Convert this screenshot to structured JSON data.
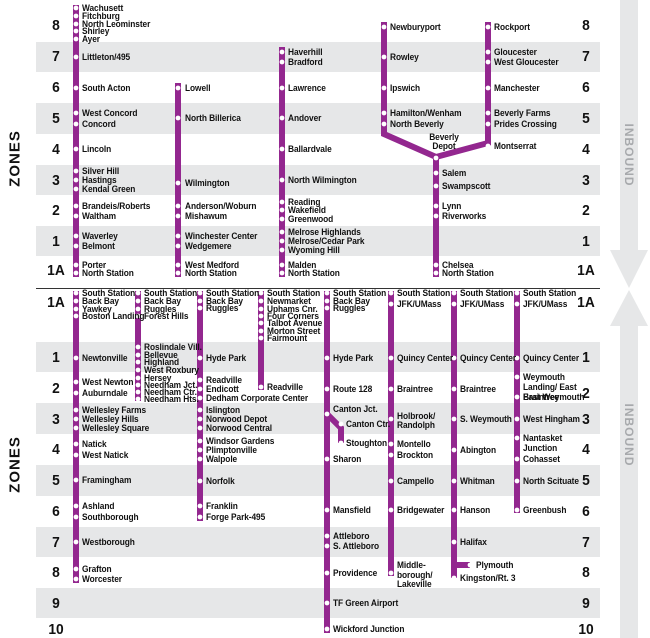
{
  "labels": {
    "zones_top": "ZONES",
    "zones_bottom": "ZONES",
    "inbound_top": "INBOUND",
    "inbound_bottom": "INBOUND"
  },
  "colors": {
    "line": "#93278f",
    "band": "#e6e7e8",
    "inbound": "#a7a9ac"
  },
  "top_zones": [
    "8",
    "7",
    "6",
    "5",
    "4",
    "3",
    "2",
    "1",
    "1A"
  ],
  "bottom_zones": [
    "1A",
    "1",
    "2",
    "3",
    "4",
    "5",
    "6",
    "7",
    "8",
    "9",
    "10"
  ],
  "north_lines": [
    {
      "name": "fitchburg",
      "stations": [
        "Wachusett",
        "Fitchburg",
        "North Leominster",
        "Shirley",
        "Ayer",
        "Littleton/495",
        "South Acton",
        "West Concord",
        "Concord",
        "Lincoln",
        "Silver Hill",
        "Hastings",
        "Kendal Green",
        "Brandeis/Roberts",
        "Waltham",
        "Waverley",
        "Belmont",
        "Porter",
        "North Station"
      ]
    },
    {
      "name": "lowell",
      "stations": [
        "Lowell",
        "North Billerica",
        "Wilmington",
        "Anderson/Woburn",
        "Mishawum",
        "Winchester Center",
        "Wedgemere",
        "West Medford",
        "North Station"
      ]
    },
    {
      "name": "haverhill",
      "stations": [
        "Haverhill",
        "Bradford",
        "Lawrence",
        "Andover",
        "Ballardvale",
        "North Wilmington",
        "Reading",
        "Wakefield",
        "Greenwood",
        "Melrose Highlands",
        "Melrose/Cedar Park",
        "Wyoming Hill",
        "Malden",
        "North Station"
      ]
    },
    {
      "name": "newburyport",
      "stations": [
        "Newburyport",
        "Rowley",
        "Ipswich",
        "Hamilton/Wenham",
        "North Beverly"
      ]
    },
    {
      "name": "rockport",
      "stations": [
        "Rockport",
        "Gloucester",
        "West Gloucester",
        "Manchester",
        "Beverly Farms",
        "Prides Crossing",
        "Montserrat"
      ]
    },
    {
      "name": "newburyport-rockport-trunk",
      "stations": [
        "Beverly Depot",
        "Salem",
        "Swampscott",
        "Lynn",
        "Riverworks",
        "Chelsea",
        "North Station"
      ]
    }
  ],
  "south_lines": [
    {
      "name": "framingham-worcester",
      "stations": [
        "South Station",
        "Back Bay",
        "Yawkey",
        "Boston Landing",
        "Newtonville",
        "West Newton",
        "Auburndale",
        "Wellesley Farms",
        "Wellesley Hills",
        "Wellesley Square",
        "Natick",
        "West Natick",
        "Framingham",
        "Ashland",
        "Southborough",
        "Westborough",
        "Grafton",
        "Worcester"
      ]
    },
    {
      "name": "needham",
      "stations": [
        "South Station",
        "Back Bay",
        "Ruggles",
        "Forest Hills",
        "Roslindale Vill.",
        "Bellevue",
        "Highland",
        "West Roxbury",
        "Hersey",
        "Needham Jct.",
        "Needham Ctr.",
        "Needham Hts."
      ]
    },
    {
      "name": "franklin",
      "stations": [
        "South Station",
        "Back Bay",
        "Ruggles",
        "Hyde Park",
        "Readville",
        "Endicott",
        "Dedham Corporate Center",
        "Islington",
        "Norwood Depot",
        "Norwood Central",
        "Windsor Gardens",
        "Plimptonville",
        "Walpole",
        "Norfolk",
        "Franklin",
        "Forge Park-495"
      ]
    },
    {
      "name": "fairmount",
      "stations": [
        "South Station",
        "Newmarket",
        "Uphams Cnr.",
        "Four Corners",
        "Talbot Avenue",
        "Morton Street",
        "Fairmount",
        "Readville"
      ]
    },
    {
      "name": "providence-stoughton",
      "stations": [
        "South Station",
        "Back Bay",
        "Ruggles",
        "Hyde Park",
        "Route 128",
        "Canton Jct.",
        "Canton Ctr.",
        "Stoughton",
        "Sharon",
        "Mansfield",
        "Attleboro",
        "S. Attleboro",
        "Providence",
        "TF Green Airport",
        "Wickford Junction"
      ]
    },
    {
      "name": "middleborough-lakeville",
      "stations": [
        "South Station",
        "JFK/UMass",
        "Quincy Center",
        "Braintree",
        "Holbrook/ Randolph",
        "Montello",
        "Brockton",
        "Campello",
        "Bridgewater",
        "Middle- borough/ Lakeville"
      ]
    },
    {
      "name": "kingston-plymouth",
      "stations": [
        "South Station",
        "JFK/UMass",
        "Quincy Center",
        "Braintree",
        "S. Weymouth",
        "Abington",
        "Whitman",
        "Hanson",
        "Halifax",
        "Plymouth",
        "Kingston/Rt. 3"
      ]
    },
    {
      "name": "greenbush",
      "stations": [
        "South Station",
        "JFK/UMass",
        "Quincy Center",
        "Weymouth Landing/ East Braintree",
        "East Weymouth",
        "West Hingham",
        "Nantasket Junction",
        "Cohasset",
        "North Scituate",
        "Greenbush"
      ]
    }
  ]
}
